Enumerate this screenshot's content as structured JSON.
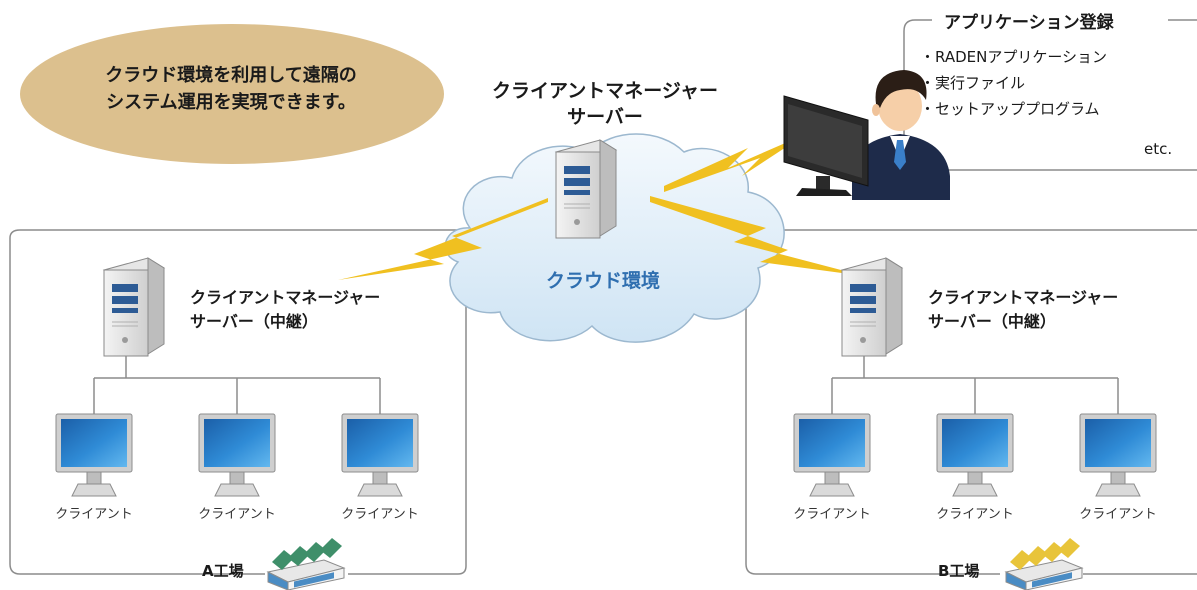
{
  "callout": {
    "line1": "クラウド環境を利用して遠隔の",
    "line2": "システム運用を実現できます。"
  },
  "main_server": {
    "line1": "クライアントマネージャー",
    "line2": "サーバー"
  },
  "cloud": {
    "label": "クラウド環境"
  },
  "registration": {
    "title": "アプリケーション登録",
    "items": [
      "・RADENアプリケーション",
      "・実行ファイル",
      "・セットアッププログラム"
    ],
    "etc": "etc."
  },
  "site_a": {
    "server_line1": "クライアントマネージャー",
    "server_line2": "サーバー（中継）",
    "clients": [
      "クライアント",
      "クライアント",
      "クライアント"
    ],
    "factory": "A工場"
  },
  "site_b": {
    "server_line1": "クライアントマネージャー",
    "server_line2": "サーバー（中継）",
    "clients": [
      "クライアント",
      "クライアント",
      "クライアント"
    ],
    "factory": "B工場"
  },
  "colors": {
    "callout_bg": "#dcc08e",
    "cloud_fill": "#e4f0fa",
    "cloud_text": "#2f6fb0",
    "lightning": "#f0c020",
    "server_accent": "#2d5b95",
    "screen": "#2a85cc",
    "factory_a_roof": "#3f8f6a",
    "factory_b_roof": "#e8c43a"
  }
}
